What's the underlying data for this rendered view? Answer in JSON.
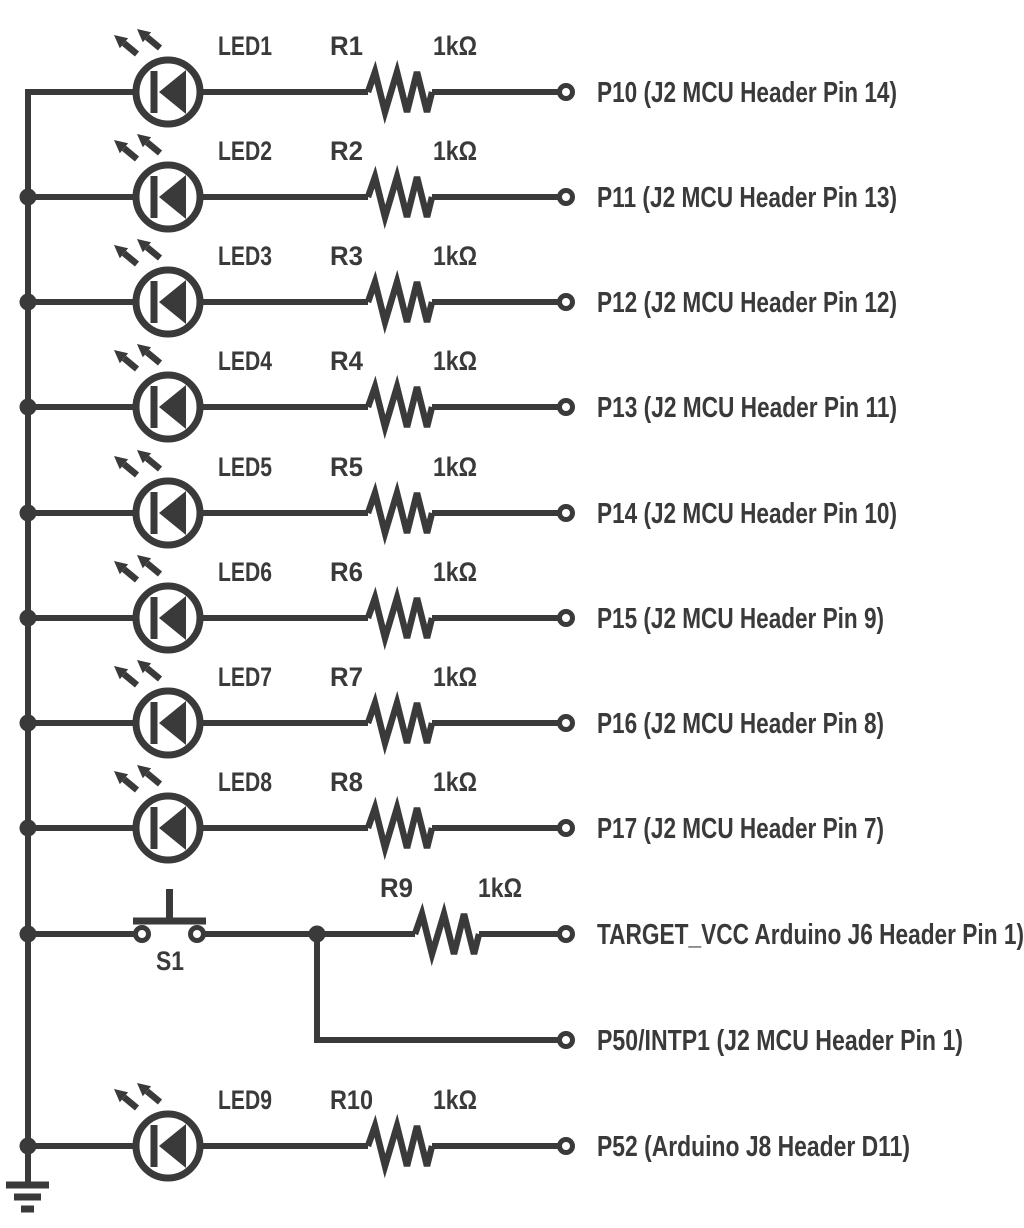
{
  "diagram": {
    "kind": "circuit-schematic",
    "background": "#ffffff",
    "line_color": "#3a3a3a",
    "symbols": {
      "led": "led-diode-in-circle-with-two-light-arrows",
      "resistor": "zigzag-resistor",
      "switch": "pushbutton-switch",
      "terminal": "open-circle-terminal",
      "ground": "earth-ground",
      "junction": "filled-dot"
    }
  },
  "led_rows": [
    {
      "led": "LED1",
      "res": "R1",
      "val": "1kΩ",
      "pin": "P10 (J2 MCU Header Pin 14)"
    },
    {
      "led": "LED2",
      "res": "R2",
      "val": "1kΩ",
      "pin": "P11 (J2 MCU Header Pin 13)"
    },
    {
      "led": "LED3",
      "res": "R3",
      "val": "1kΩ",
      "pin": "P12 (J2 MCU Header Pin 12)"
    },
    {
      "led": "LED4",
      "res": "R4",
      "val": "1kΩ",
      "pin": "P13 (J2 MCU Header Pin 11)"
    },
    {
      "led": "LED5",
      "res": "R5",
      "val": "1kΩ",
      "pin": "P14 (J2 MCU Header Pin 10)"
    },
    {
      "led": "LED6",
      "res": "R6",
      "val": "1kΩ",
      "pin": "P15 (J2 MCU Header Pin 9)"
    },
    {
      "led": "LED7",
      "res": "R7",
      "val": "1kΩ",
      "pin": "P16 (J2 MCU Header Pin 8)"
    },
    {
      "led": "LED8",
      "res": "R8",
      "val": "1kΩ",
      "pin": "P17 (J2 MCU Header Pin 7)"
    }
  ],
  "switch_row": {
    "switch": "S1",
    "res": "R9",
    "val": "1kΩ",
    "pin": "TARGET_VCC Arduino J6 Header Pin 1)"
  },
  "branch_row": {
    "pin": "P50/INTP1 (J2 MCU Header Pin 1)"
  },
  "led9_row": {
    "led": "LED9",
    "res": "R10",
    "val": "1kΩ",
    "pin": "P52 (Arduino J8 Header D11)"
  }
}
